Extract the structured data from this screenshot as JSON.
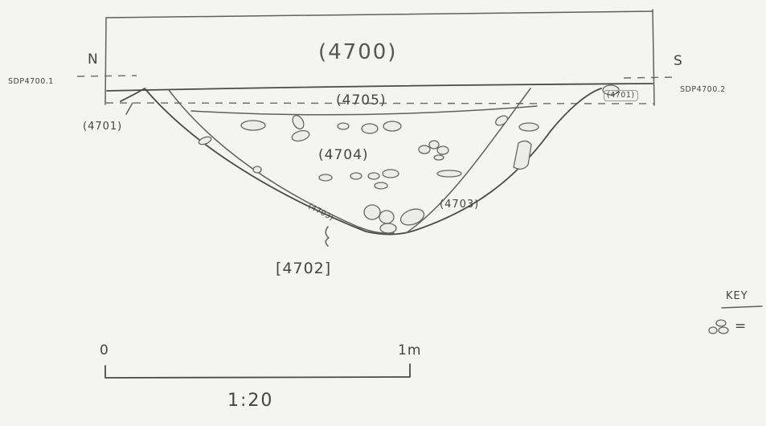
{
  "section": {
    "north_marker": "N",
    "south_marker": "S",
    "datum_west": "SDP4700.1",
    "datum_east": "SDP4700.2"
  },
  "contexts": {
    "topsoil": "(4700)",
    "upper_fill": "(4705)",
    "main_fill": "(4704)",
    "side_fill_west": "(4703)",
    "side_fill_east": "(4703)",
    "natural_west": "(4701)",
    "natural_east": "(4701)",
    "cut": "[4702]"
  },
  "scale_bar": {
    "start_label": "0",
    "end_label": "1m",
    "ratio": "1:20"
  },
  "key": {
    "title": "KEY",
    "stones_symbol": "stones-icon",
    "equals": "="
  }
}
